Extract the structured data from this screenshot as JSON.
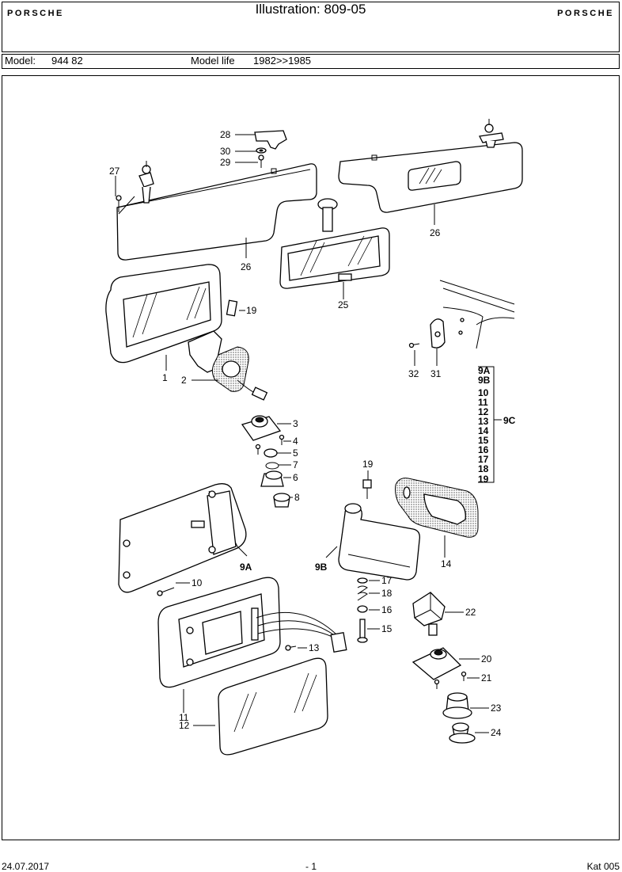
{
  "header": {
    "brand_left": "PORSCHE",
    "brand_right": "PORSCHE",
    "title": "Illustration: 809-05"
  },
  "model_bar": {
    "model_label": "Model:",
    "model_value": "944 82",
    "life_label": "Model life",
    "life_value": "1982>>1985"
  },
  "callouts": [
    "28",
    "30",
    "29",
    "27",
    "26",
    "26",
    "19",
    "1",
    "2",
    "25",
    "32",
    "31",
    "3",
    "4",
    "5",
    "7",
    "6",
    "8",
    "19",
    "9A",
    "9B",
    "14",
    "10",
    "17",
    "18",
    "16",
    "15",
    "22",
    "13",
    "11",
    "12",
    "20",
    "21",
    "23",
    "24"
  ],
  "group_9c": {
    "items": [
      "9A",
      "9B",
      "10",
      "11",
      "12",
      "13",
      "14",
      "15",
      "16",
      "17",
      "18",
      "19"
    ],
    "label": "9C"
  },
  "footer": {
    "date": "24.07.2017",
    "page": "- 1",
    "catalog": "Kat 005"
  }
}
